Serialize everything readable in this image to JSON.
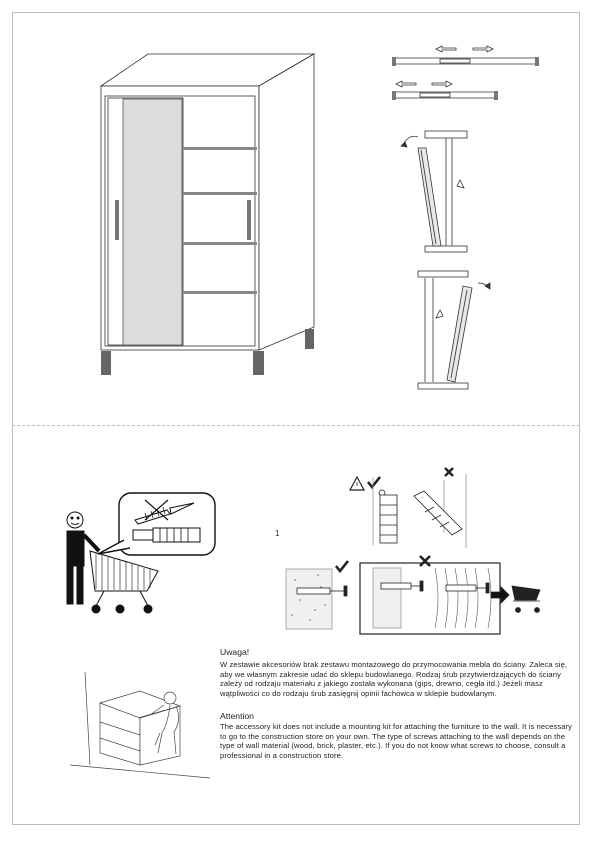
{
  "step_number": "1",
  "notice_pl": {
    "heading": "Uwaga!",
    "body": "W zestawie akcesoriów brak zestawu montażowego do przymocowania mebla do ściany. Zaleca się, aby we własnym zakresie udać do sklepu budowlanego. Rodzaj śrub przytwierdzających do ściany zależy od rodzaju materiału z jakiego została wykonana (gips, drewno, cegła itd.) Jeżeli masz wątpliwości co do rodzaju śrub zasięgnij opinii fachowca w sklepie budowlanym."
  },
  "notice_en": {
    "heading": "Attention",
    "body": "The accessory kit does not include a mounting kit for attaching the furniture to the wall. It is necessary to go to the construction store on your own. The type of screws attaching to the wall depends on the type of wall material (wood, brick, plaster, etc.). If you do not know what screws to choose, consult a professional in a construction store."
  },
  "colors": {
    "line": "#333333",
    "panel": "#dcdcdc",
    "leg": "#555555"
  }
}
